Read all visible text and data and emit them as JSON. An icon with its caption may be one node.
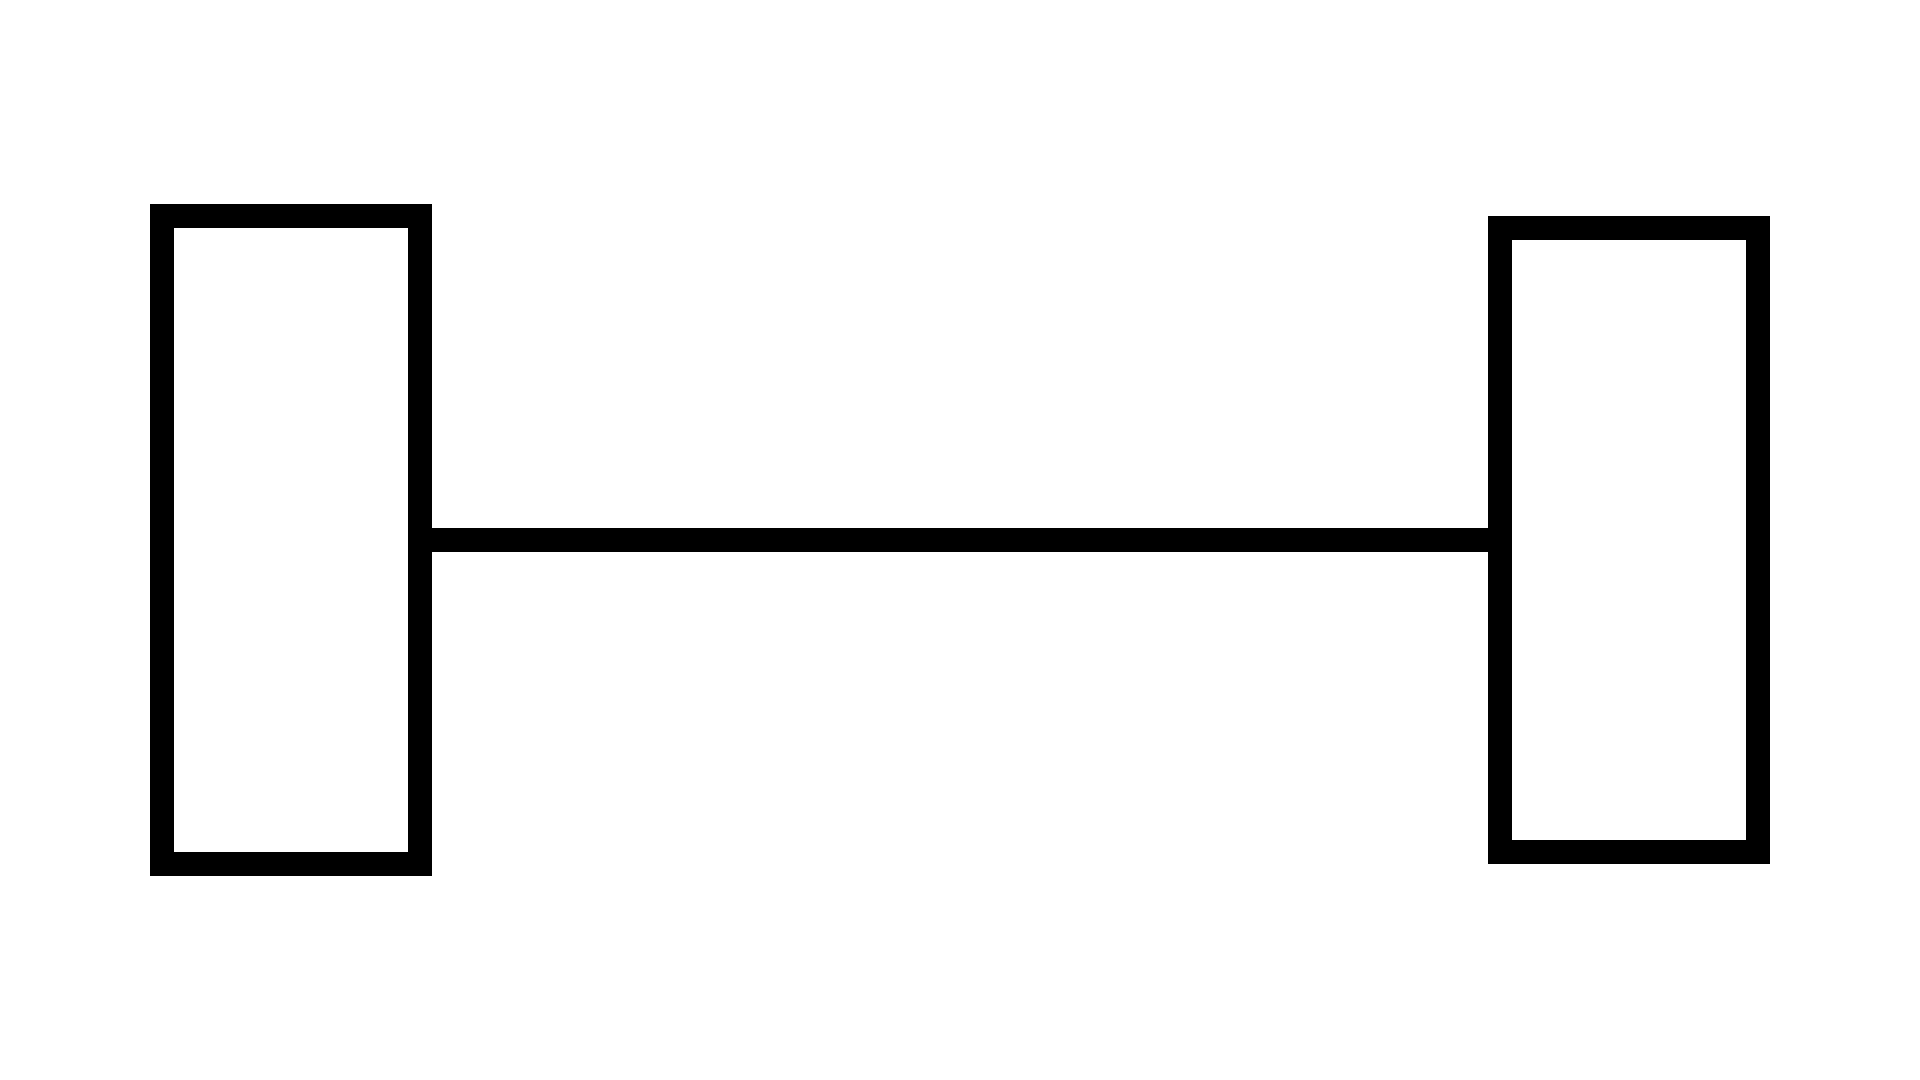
{
  "diagram": {
    "nodes": [
      {
        "text": [],
        "shape": "box"
      },
      {
        "text": [],
        "shape": "box"
      }
    ],
    "edges": [
      {
        "from": 0,
        "to": 1,
        "arrow": "none"
      }
    ]
  }
}
